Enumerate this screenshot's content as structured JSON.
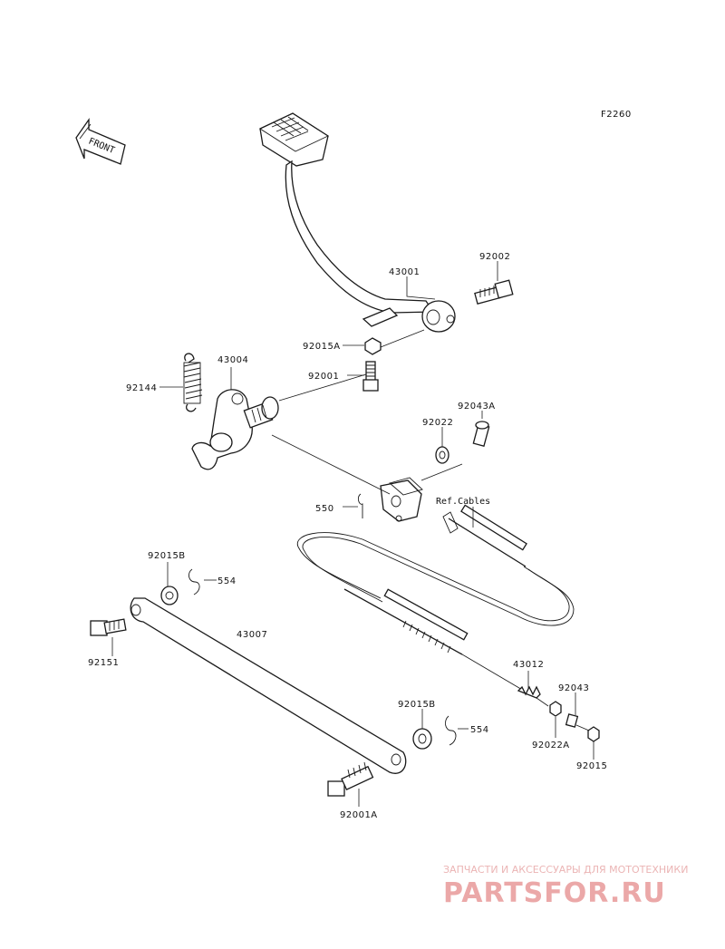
{
  "figure_code": "F2260",
  "front_arrow_text": "FRONT",
  "part_labels": {
    "p43001": "43001",
    "p92002": "92002",
    "p92015A": "92015A",
    "p92001": "92001",
    "p43004": "43004",
    "p92144": "92144",
    "p92043A": "92043A",
    "p92022": "92022",
    "p550": "550",
    "ref_cables": "Ref.Cables",
    "p92015B_top": "92015B",
    "p554_top": "554",
    "p43007": "43007",
    "p92151": "92151",
    "p43012": "43012",
    "p92043": "92043",
    "p92015B_bottom": "92015B",
    "p554_bottom": "554",
    "p92022A": "92022A",
    "p92015": "92015",
    "p92001A": "92001A"
  },
  "watermark": {
    "caption": "ЗАПЧАСТИ И АКСЕССУАРЫ ДЛЯ МОТОТЕХНИКИ",
    "logo": "PARTSFOR.RU",
    "color": "#e89a9a"
  }
}
